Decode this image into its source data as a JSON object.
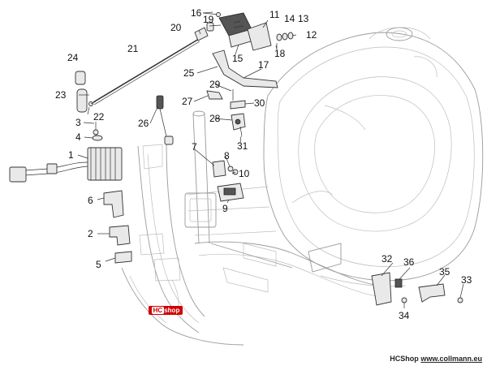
{
  "footer": {
    "brand": "HCShop",
    "site": "www.collmann.eu"
  },
  "badge": {
    "left": "HC",
    "right": "shop"
  },
  "callouts": [
    "1",
    "2",
    "3",
    "4",
    "5",
    "6",
    "7",
    "8",
    "9",
    "10",
    "11",
    "12",
    "13",
    "14",
    "15",
    "16",
    "17",
    "18",
    "19",
    "20",
    "21",
    "22",
    "23",
    "24",
    "25",
    "26",
    "27",
    "28",
    "29",
    "30",
    "31",
    "32",
    "33",
    "34",
    "35",
    "36"
  ]
}
